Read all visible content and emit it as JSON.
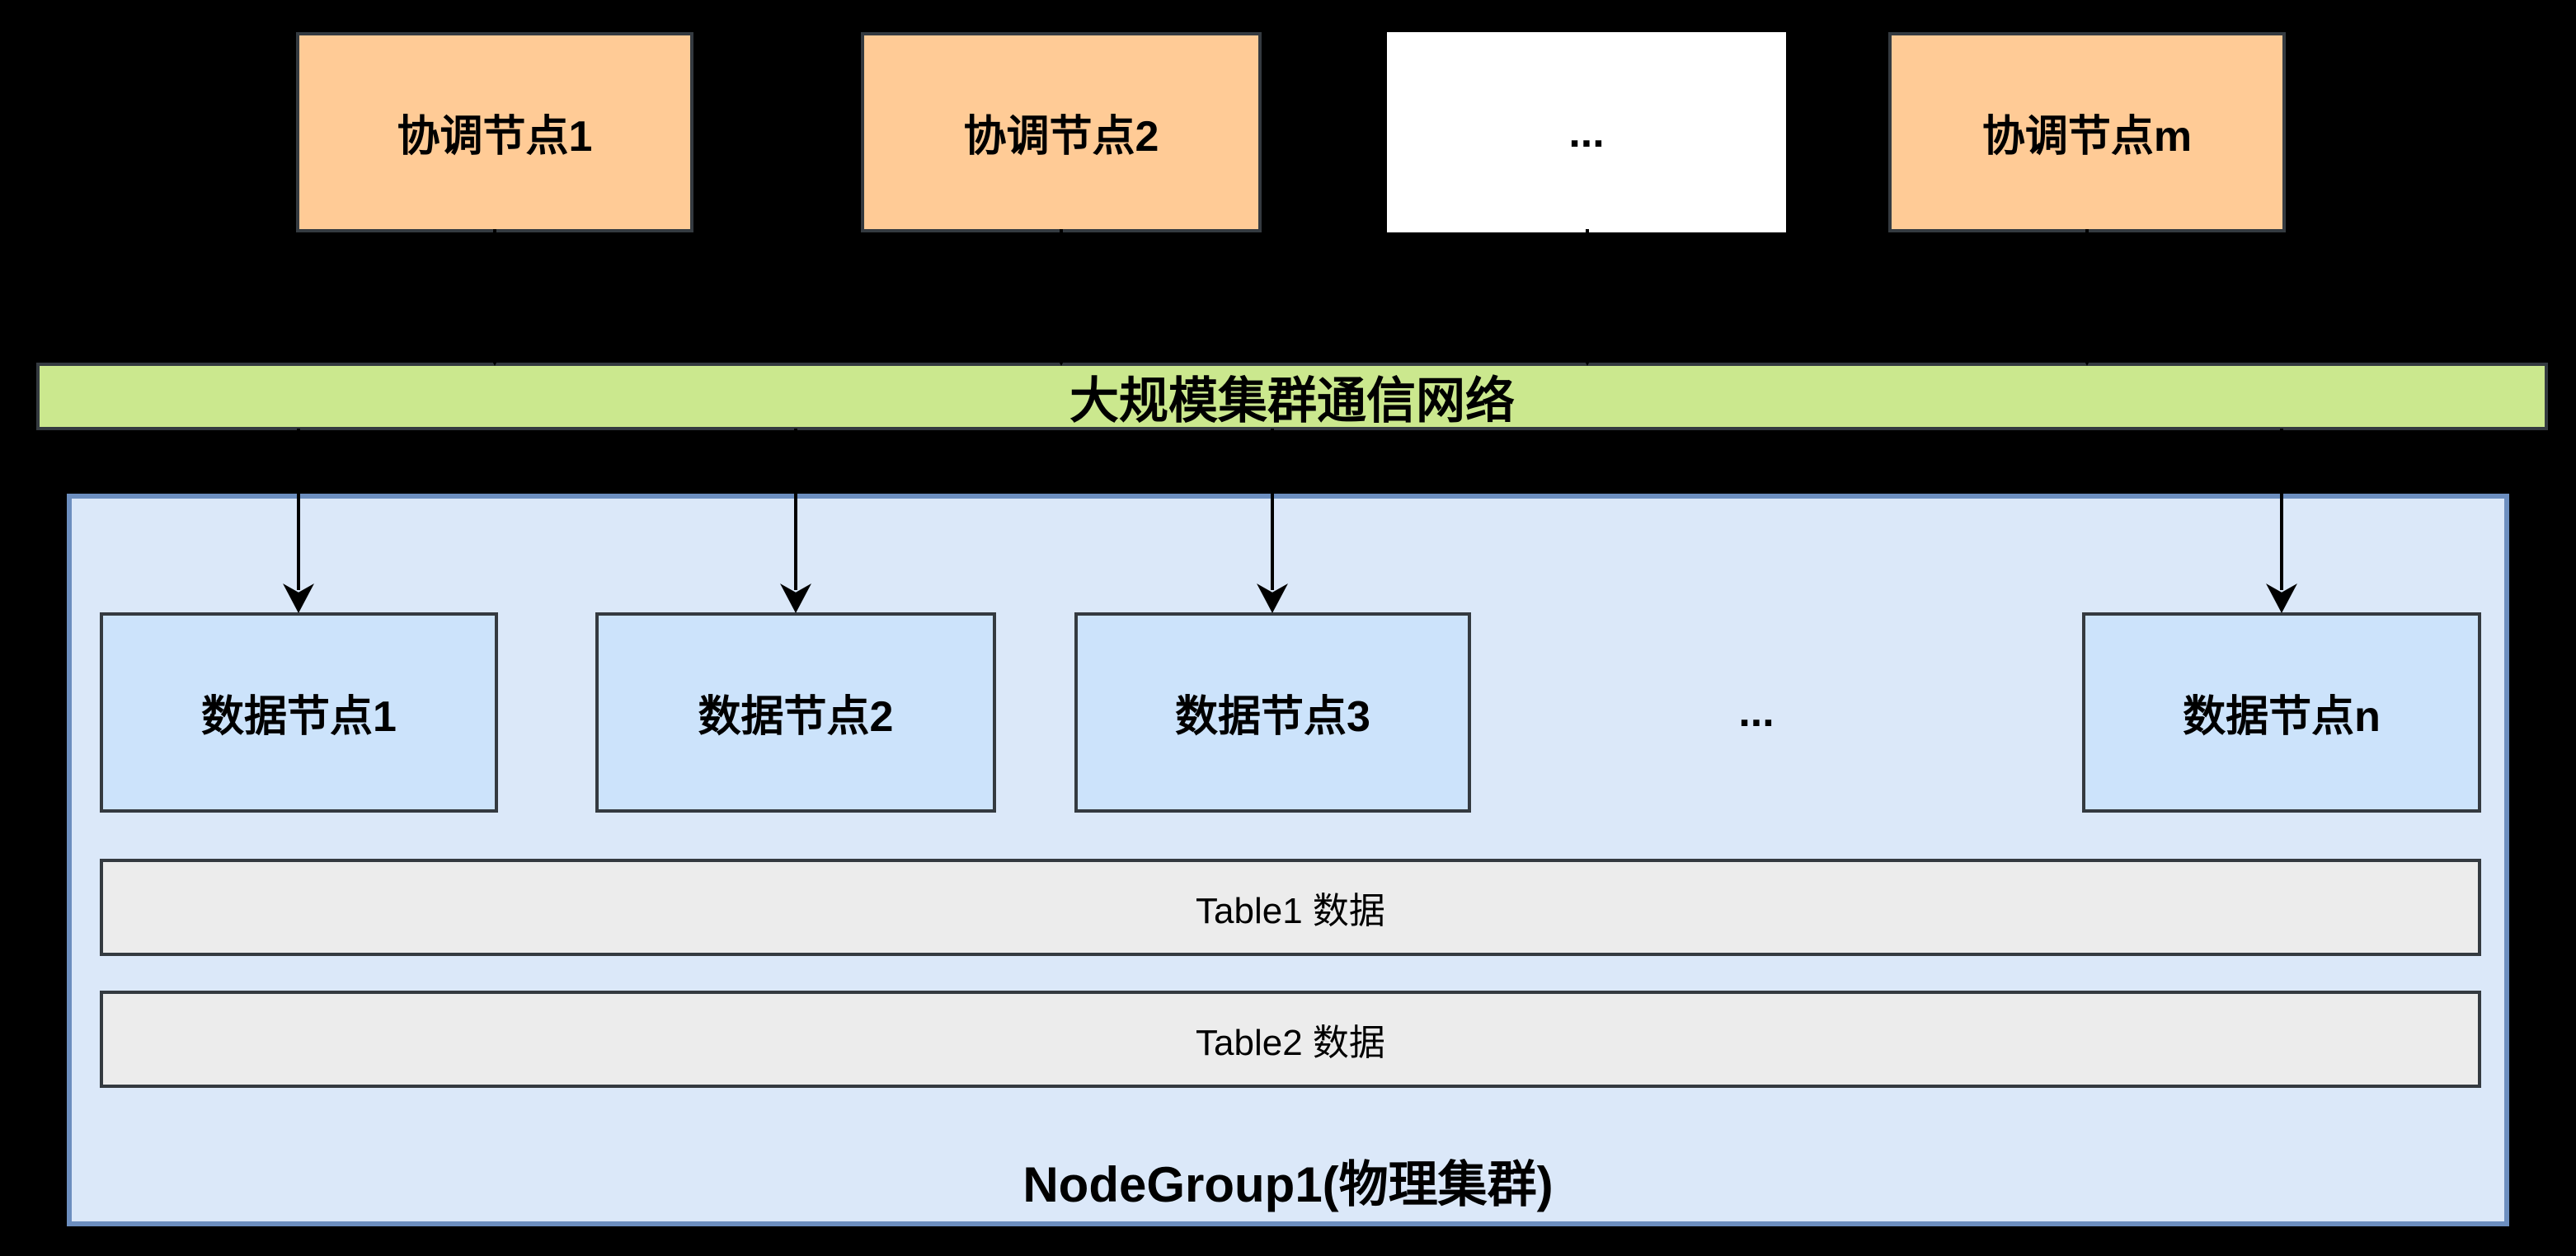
{
  "diagram": {
    "top_row": {
      "nodes": [
        {
          "label": "协调节点1"
        },
        {
          "label": "协调节点2"
        },
        {
          "label": "..."
        },
        {
          "label": "协调节点m"
        }
      ]
    },
    "network": {
      "label": "大规模集群通信网络"
    },
    "cluster": {
      "label": "NodeGroup1(物理集群)",
      "data_nodes": [
        {
          "label": "数据节点1"
        },
        {
          "label": "数据节点2"
        },
        {
          "label": "数据节点3"
        },
        {
          "label": "..."
        },
        {
          "label": "数据节点n"
        }
      ],
      "tables": [
        {
          "label": "Table1 数据"
        },
        {
          "label": "Table2 数据"
        }
      ]
    },
    "colors": {
      "background": "#000000",
      "coordinator_fill": "#ffcb96",
      "placeholder_fill": "#ffffff",
      "network_fill": "#cbe88e",
      "cluster_fill": "#dbe8f9",
      "cluster_border": "#6c8ebf",
      "data_node_fill": "#cce3fb",
      "table_fill": "#ececec",
      "shape_border": "#343a40",
      "arrow": "#000000",
      "text": "#000000"
    }
  }
}
